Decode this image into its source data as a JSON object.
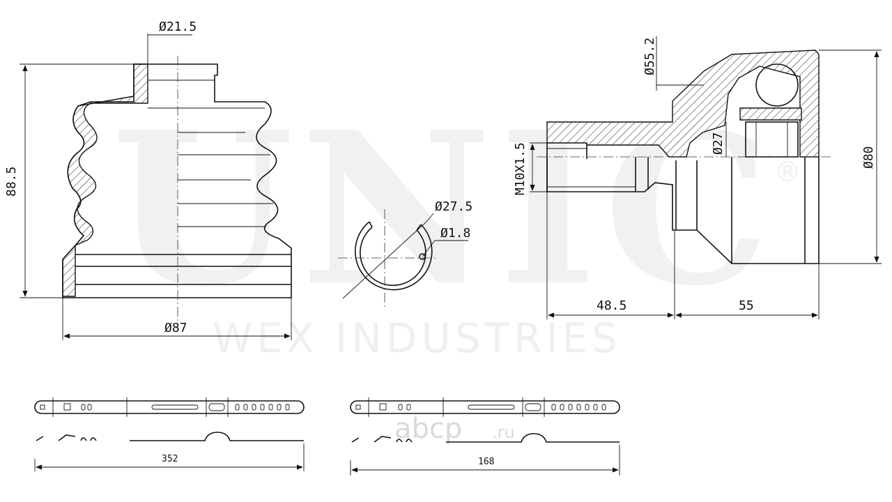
{
  "watermark": {
    "brand": "UNIC",
    "registered": "®",
    "company": "WEX INDUSTRIES",
    "site_logo": "abcp",
    "site_tld": ".ru"
  },
  "boot": {
    "small_diameter": "Ø21.5",
    "height": "88.5",
    "large_diameter": "Ø87"
  },
  "circlip": {
    "diameter": "Ø27.5",
    "wire": "Ø1.8"
  },
  "joint": {
    "flange_diameter": "Ø55.2",
    "thread": "M10X1.5",
    "spline_diameter": "Ø27",
    "outer_diameter": "Ø80",
    "shaft_length": "48.5",
    "body_length": "55"
  },
  "clamps": {
    "long_length": "352",
    "short_length": "168"
  }
}
